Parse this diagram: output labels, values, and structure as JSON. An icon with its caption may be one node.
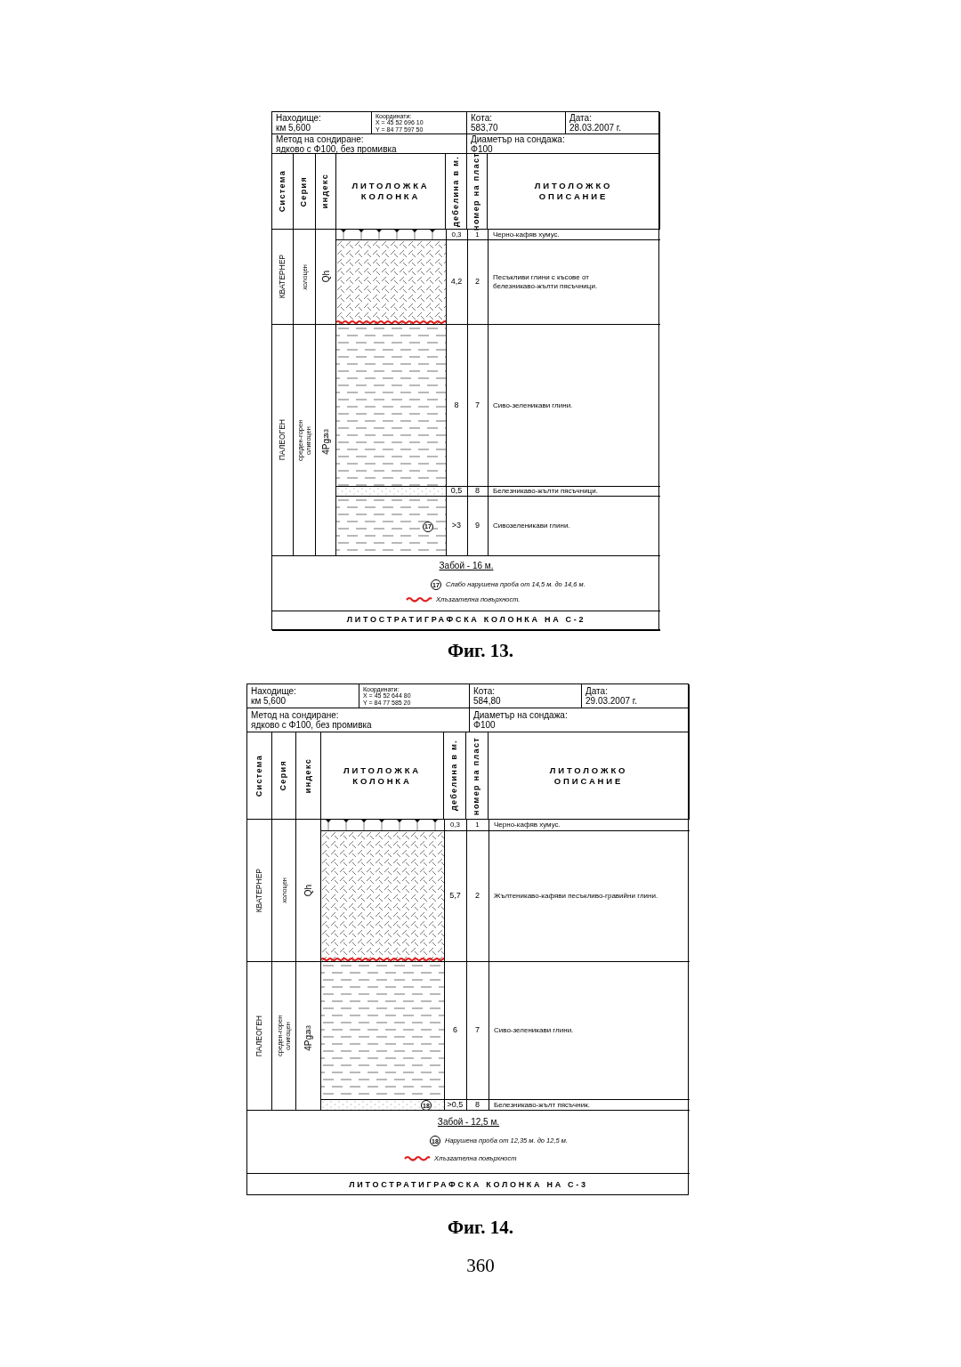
{
  "diagram": {
    "nodes": [
      {
        "text": [],
        "shape": "box"
      },
      {
        "text": [
          "Находище:",
          "км 5,600"
        ],
        "in": 0
      },
      {
        "text": [
          "Координати:",
          "X = 45 52 696 10",
          "Y = 84 77 597 50"
        ],
        "in": 0
      },
      {
        "text": [
          "Кота:",
          "583,70"
        ],
        "in": 0
      },
      {
        "text": [
          "Дата:",
          "28.03.2007 г."
        ],
        "in": 0
      },
      {
        "text": [
          "Метод на сондиране:",
          "ядково с Φ100, без промивка"
        ],
        "in": 0
      },
      {
        "text": [
          "Диаметър на сондажа:",
          "Φ100"
        ],
        "in": 0
      },
      {
        "text": [
          "Система"
        ],
        "in": 0
      },
      {
        "text": [
          "Серия"
        ],
        "in": 0
      },
      {
        "text": [
          "индекс"
        ],
        "in": 0
      },
      {
        "text": [
          "ЛИТОЛОЖКА КОЛОНКА"
        ],
        "in": 0
      },
      {
        "text": [
          "дебелина в м."
        ],
        "in": 0
      },
      {
        "text": [
          "номер на пласт"
        ],
        "in": 0
      },
      {
        "text": [
          "ЛИТОЛОЖКО ОПИСАНИЕ"
        ],
        "in": 0
      },
      {
        "text": [
          "КВАТЕРНЕР"
        ],
        "in": 0
      },
      {
        "text": [
          "ПАЛЕОГЕН"
        ],
        "in": 0
      },
      {
        "text": [
          "холоцен"
        ],
        "in": 0
      },
      {
        "text": [
          "среден-горен олигоцен"
        ],
        "in": 0
      },
      {
        "text": [
          "Qh"
        ],
        "in": 0
      },
      {
        "text": [
          "4Pg$_{3}$$^{2-3}$"
        ],
        "in": 0
      },
      {
        "text": [
          "0,3",
          "1",
          "Черно-кафяв хумус."
        ],
        "in": 0
      },
      {
        "text": [
          "4,2",
          "2",
          "Песъкливи глини с късове от белезникаво-жълти пясъчници."
        ],
        "in": 0
      },
      {
        "text": [
          "8",
          "7",
          "Сиво-зеленикави глини."
        ],
        "in": 0
      },
      {
        "text": [
          "0,5",
          "8",
          "Белезникаво-жълти пясъчници."
        ],
        "in": 0
      },
      {
        "text": [
          ">3",
          "9",
          "Сивозеленикави глини."
        ],
        "in": 0
      },
      {
        "text": [
          "Забой - 16 м."
        ],
        "in": 0
      },
      {
        "text": [
          "ЛИТОСТРАТИГРАФСКА КОЛОНКА НА С-2"
        ],
        "in": 0
      },
      {
        "text": [],
        "shape": "box"
      },
      {
        "text": [
          "Находище:",
          "км 5,600"
        ],
        "in": 27
      },
      {
        "text": [
          "Координати:",
          "X = 45 52 644 80",
          "Y = 84 77 585 20"
        ],
        "in": 27
      },
      {
        "text": [
          "Кота:",
          "584,80"
        ],
        "in": 27
      },
      {
        "text": [
          "Дата:",
          "29.03.2007 г."
        ],
        "in": 27
      },
      {
        "text": [
          "Метод на сондиране:",
          "ядково с Φ100, без промивка"
        ],
        "in": 27
      },
      {
        "text": [
          "Диаметър на сондажа:",
          "Φ100"
        ],
        "in": 27
      },
      {
        "text": [
          "Система"
        ],
        "in": 27
      },
      {
        "text": [
          "Серия"
        ],
        "in": 27
      },
      {
        "text": [
          "индекс"
        ],
        "in": 27
      },
      {
        "text": [
          "ЛИТОЛОЖКА КОЛОНКА"
        ],
        "in": 27
      },
      {
        "text": [
          "дебелина в м."
        ],
        "in": 27
      },
      {
        "text": [
          "номер на пласт"
        ],
        "in": 27
      },
      {
        "text": [
          "ЛИТОЛОЖКО ОПИСАНИЕ"
        ],
        "in": 27
      },
      {
        "text": [
          "КВАТЕРНЕР"
        ],
        "in": 27
      },
      {
        "text": [
          "ПАЛЕОГЕН"
        ],
        "in": 27
      },
      {
        "text": [
          "холоцен"
        ],
        "in": 27
      },
      {
        "text": [
          "среден-горен олигоцен"
        ],
        "in": 27
      },
      {
        "text": [
          "Qh"
        ],
        "in": 27
      },
      {
        "text": [
          "4Pg$_{3}$$^{2-3}$"
        ],
        "in": 27
      },
      {
        "text": [
          "0,3",
          "1",
          "Черно-кафяв хумус."
        ],
        "in": 27
      },
      {
        "text": [
          "5,7",
          "2",
          "Жълтеникаво-кафяви песъкливо-гравийни глини."
        ],
        "in": 27
      },
      {
        "text": [
          "6",
          "7",
          "Сиво-зеленикави глини."
        ],
        "in": 27
      },
      {
        "text": [
          ">0,5",
          "8",
          "Белезникаво-жълт пясъчник."
        ],
        "in": 27
      },
      {
        "text": [
          "Забой - 12,5 м."
        ],
        "in": 27
      },
      {
        "text": [
          "ЛИТОСТРАТИГРАФСКА КОЛОНКА НА С-3"
        ],
        "in": 27
      }
    ],
    "labels": [
      "17",
      "17",
      "Фиг. 13.",
      "18",
      "18",
      "Фиг. 14.",
      "360"
    ],
    "legend": [
      {
        "text": "Слабо нарушена проба от 14,5 м. до 14,6 м."
      },
      {
        "text": "Хлъзгателна повърхност."
      },
      {
        "text": "Нарушена проба от 12,35 м. до 12,5 м."
      },
      {
        "text": "Хлъзгателна повърхност"
      }
    ]
  }
}
